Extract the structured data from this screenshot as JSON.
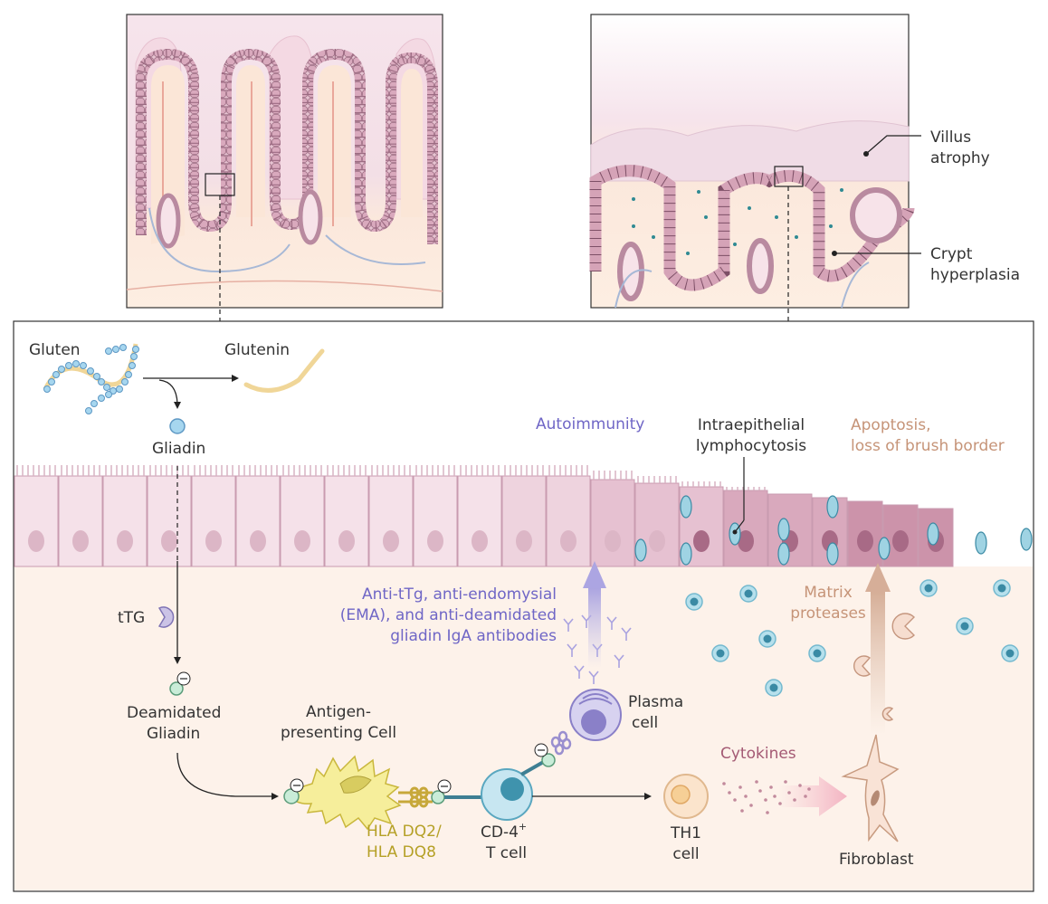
{
  "labels": {
    "villus_atrophy": [
      "Villus",
      "atrophy"
    ],
    "crypt_hyperplasia": [
      "Crypt",
      "hyperplasia"
    ],
    "gluten": "Gluten",
    "glutenin": "Glutenin",
    "gliadin": "Gliadin",
    "autoimmunity": "Autoimmunity",
    "iel": [
      "Intraepithelial",
      "lymphocytosis"
    ],
    "apoptosis": [
      "Apoptosis,",
      "loss of brush border"
    ],
    "ttg": "tTG",
    "antibodies": [
      "Anti-tTg, anti-endomysial",
      "(EMA), and anti-deamidated",
      "gliadin IgA antibodies"
    ],
    "matrix_proteases": [
      "Matrix",
      "proteases"
    ],
    "plasma_cell": [
      "Plasma",
      "cell"
    ],
    "deamidated_gliadin": [
      "Deamidated",
      "Gliadin"
    ],
    "apc": [
      "Antigen-",
      "presenting Cell"
    ],
    "cytokines": "Cytokines",
    "hla": [
      "HLA DQ2/",
      "HLA DQ8"
    ],
    "cd4": [
      "CD-4",
      "+",
      "T cell"
    ],
    "th1": [
      "TH1",
      "cell"
    ],
    "fibroblast": "Fibroblast"
  },
  "colors": {
    "autoimmunity": "#6f66c6",
    "apoptosis": "#c69478",
    "hla": "#b5a026",
    "cytokines": "#a45a74",
    "tissue_pink": "#f3e0e6",
    "lamina_propria": "#fdf2ea",
    "lymphocyte_blue": "#8ec9da"
  }
}
